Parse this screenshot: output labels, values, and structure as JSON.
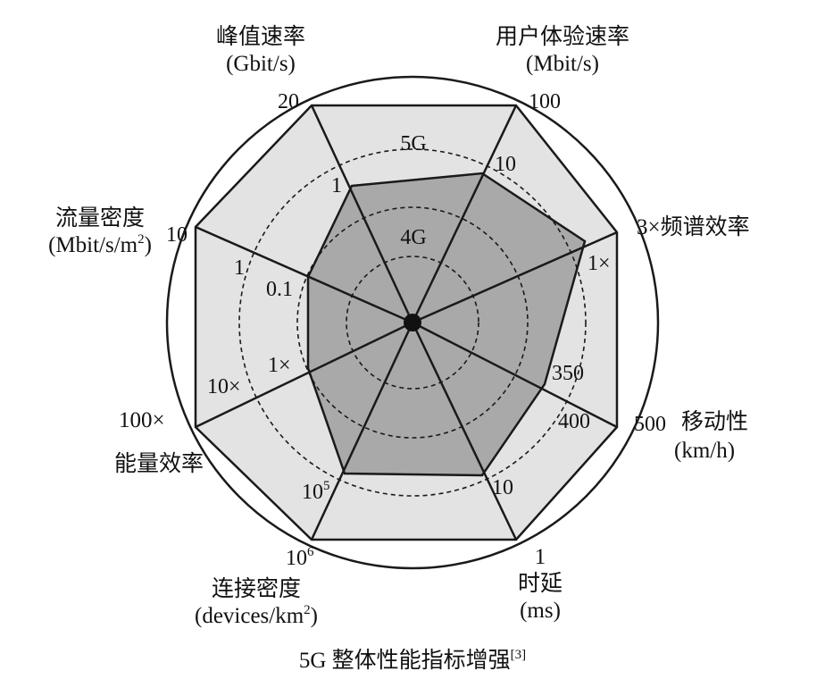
{
  "caption": {
    "text": "5G 整体性能指标增强",
    "ref": "[3]"
  },
  "rings": {
    "outer": "5G",
    "inner": "4G"
  },
  "axes": {
    "peak_rate": {
      "title": "峰值速率",
      "unit": "(Gbit/s)",
      "value_5g": "20",
      "value_4g": "1"
    },
    "user_rate": {
      "title": "用户体验速率",
      "unit": "(Mbit/s)",
      "value_5g": "100",
      "value_4g": "10"
    },
    "spectrum": {
      "title": "3×频谱效率",
      "value_4g": "1×"
    },
    "mobility": {
      "title": "移动性",
      "unit": "(km/h)",
      "value_5g": "500",
      "value_mid": "400",
      "value_4g": "350"
    },
    "latency": {
      "title": "时延",
      "unit": "(ms)",
      "value_5g": "1",
      "value_4g": "10"
    },
    "connection": {
      "title": "连接密度",
      "unit": "(devices/km",
      "unit_sup": "2",
      "unit_end": ")",
      "value_5g_base": "10",
      "value_5g_exp": "6",
      "value_4g_base": "10",
      "value_4g_exp": "5"
    },
    "energy": {
      "title": "能量效率",
      "value_5g": "100×",
      "value_mid": "10×",
      "value_4g": "1×"
    },
    "traffic": {
      "title": "流量密度",
      "unit": "(Mbit/s/m",
      "unit_sup": "2",
      "unit_end": ")",
      "value_5g": "10",
      "value_mid": "1",
      "value_4g": "0.1"
    }
  },
  "colors": {
    "outer_fill": "#e3e3e3",
    "inner_fill": "#a9a9a9",
    "line": "#1a1a1a"
  }
}
